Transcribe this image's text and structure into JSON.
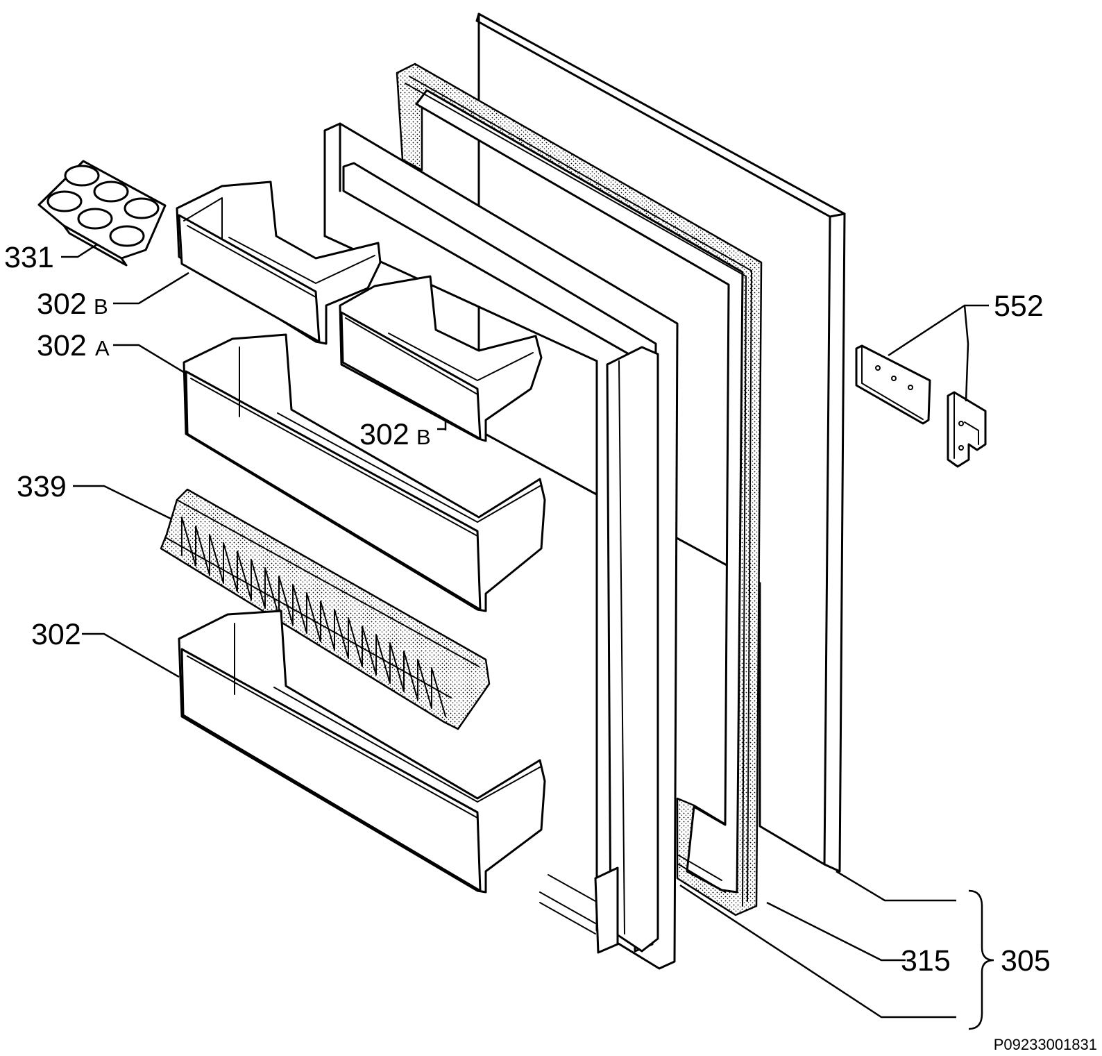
{
  "labels": {
    "l331": "331",
    "l302b_top": "302",
    "l302b_top_suffix": "B",
    "l302a": "302",
    "l302a_suffix": "A",
    "l302b_mid": "302",
    "l302b_mid_suffix": "B",
    "l339": "339",
    "l302": "302",
    "l552": "552",
    "l315": "315",
    "l305": "305"
  },
  "reference_code": "P09233001831"
}
